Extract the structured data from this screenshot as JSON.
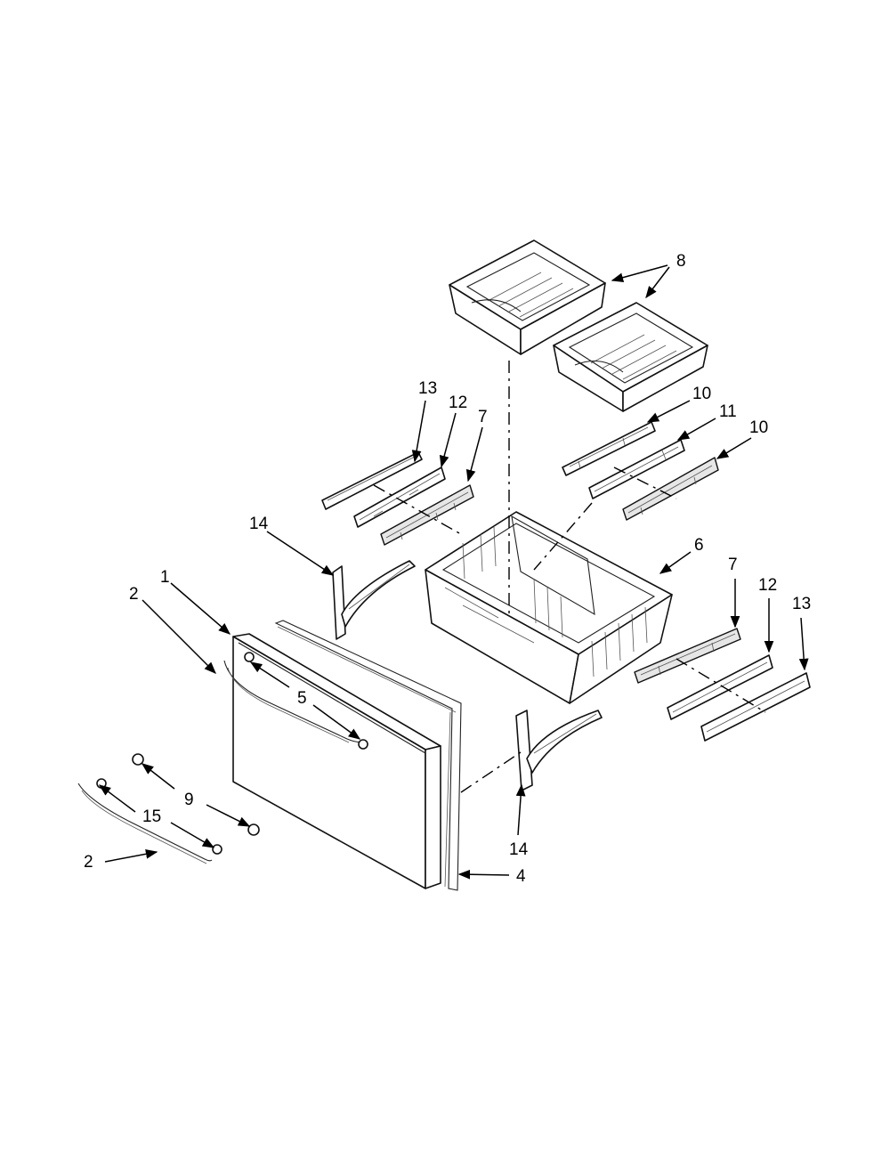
{
  "diagram": {
    "labels": {
      "c8": "8",
      "c13_left": "13",
      "c12_left": "12",
      "c7_left": "7",
      "c10_top": "10",
      "c11": "11",
      "c10_right": "10",
      "c14_left": "14",
      "c6": "6",
      "c7_right": "7",
      "c12_right": "12",
      "c13_right": "13",
      "c1": "1",
      "c2_top": "2",
      "c5": "5",
      "c9": "9",
      "c15": "15",
      "c2_bottom": "2",
      "c14_bottom": "14",
      "c4": "4"
    },
    "colors": {
      "line": "#111111",
      "background": "#ffffff",
      "shade": "#e6e6e6"
    }
  }
}
